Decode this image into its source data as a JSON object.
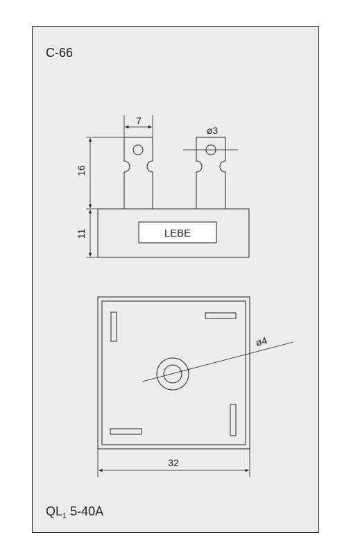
{
  "package_code": "C-66",
  "footer": {
    "prefix": "QL",
    "subscript": "1",
    "suffix": " 5-40A"
  },
  "side_view": {
    "label_plate": "LEBE",
    "dim_terminal_width": "7",
    "dim_hole_diameter": "ø3",
    "dim_terminal_height": "16",
    "dim_body_height": "11"
  },
  "top_view": {
    "dim_hole_diameter": "ø4",
    "dim_body_width": "32"
  },
  "colors": {
    "background": "#ececec",
    "line": "#222222",
    "plate": "#ffffff"
  }
}
